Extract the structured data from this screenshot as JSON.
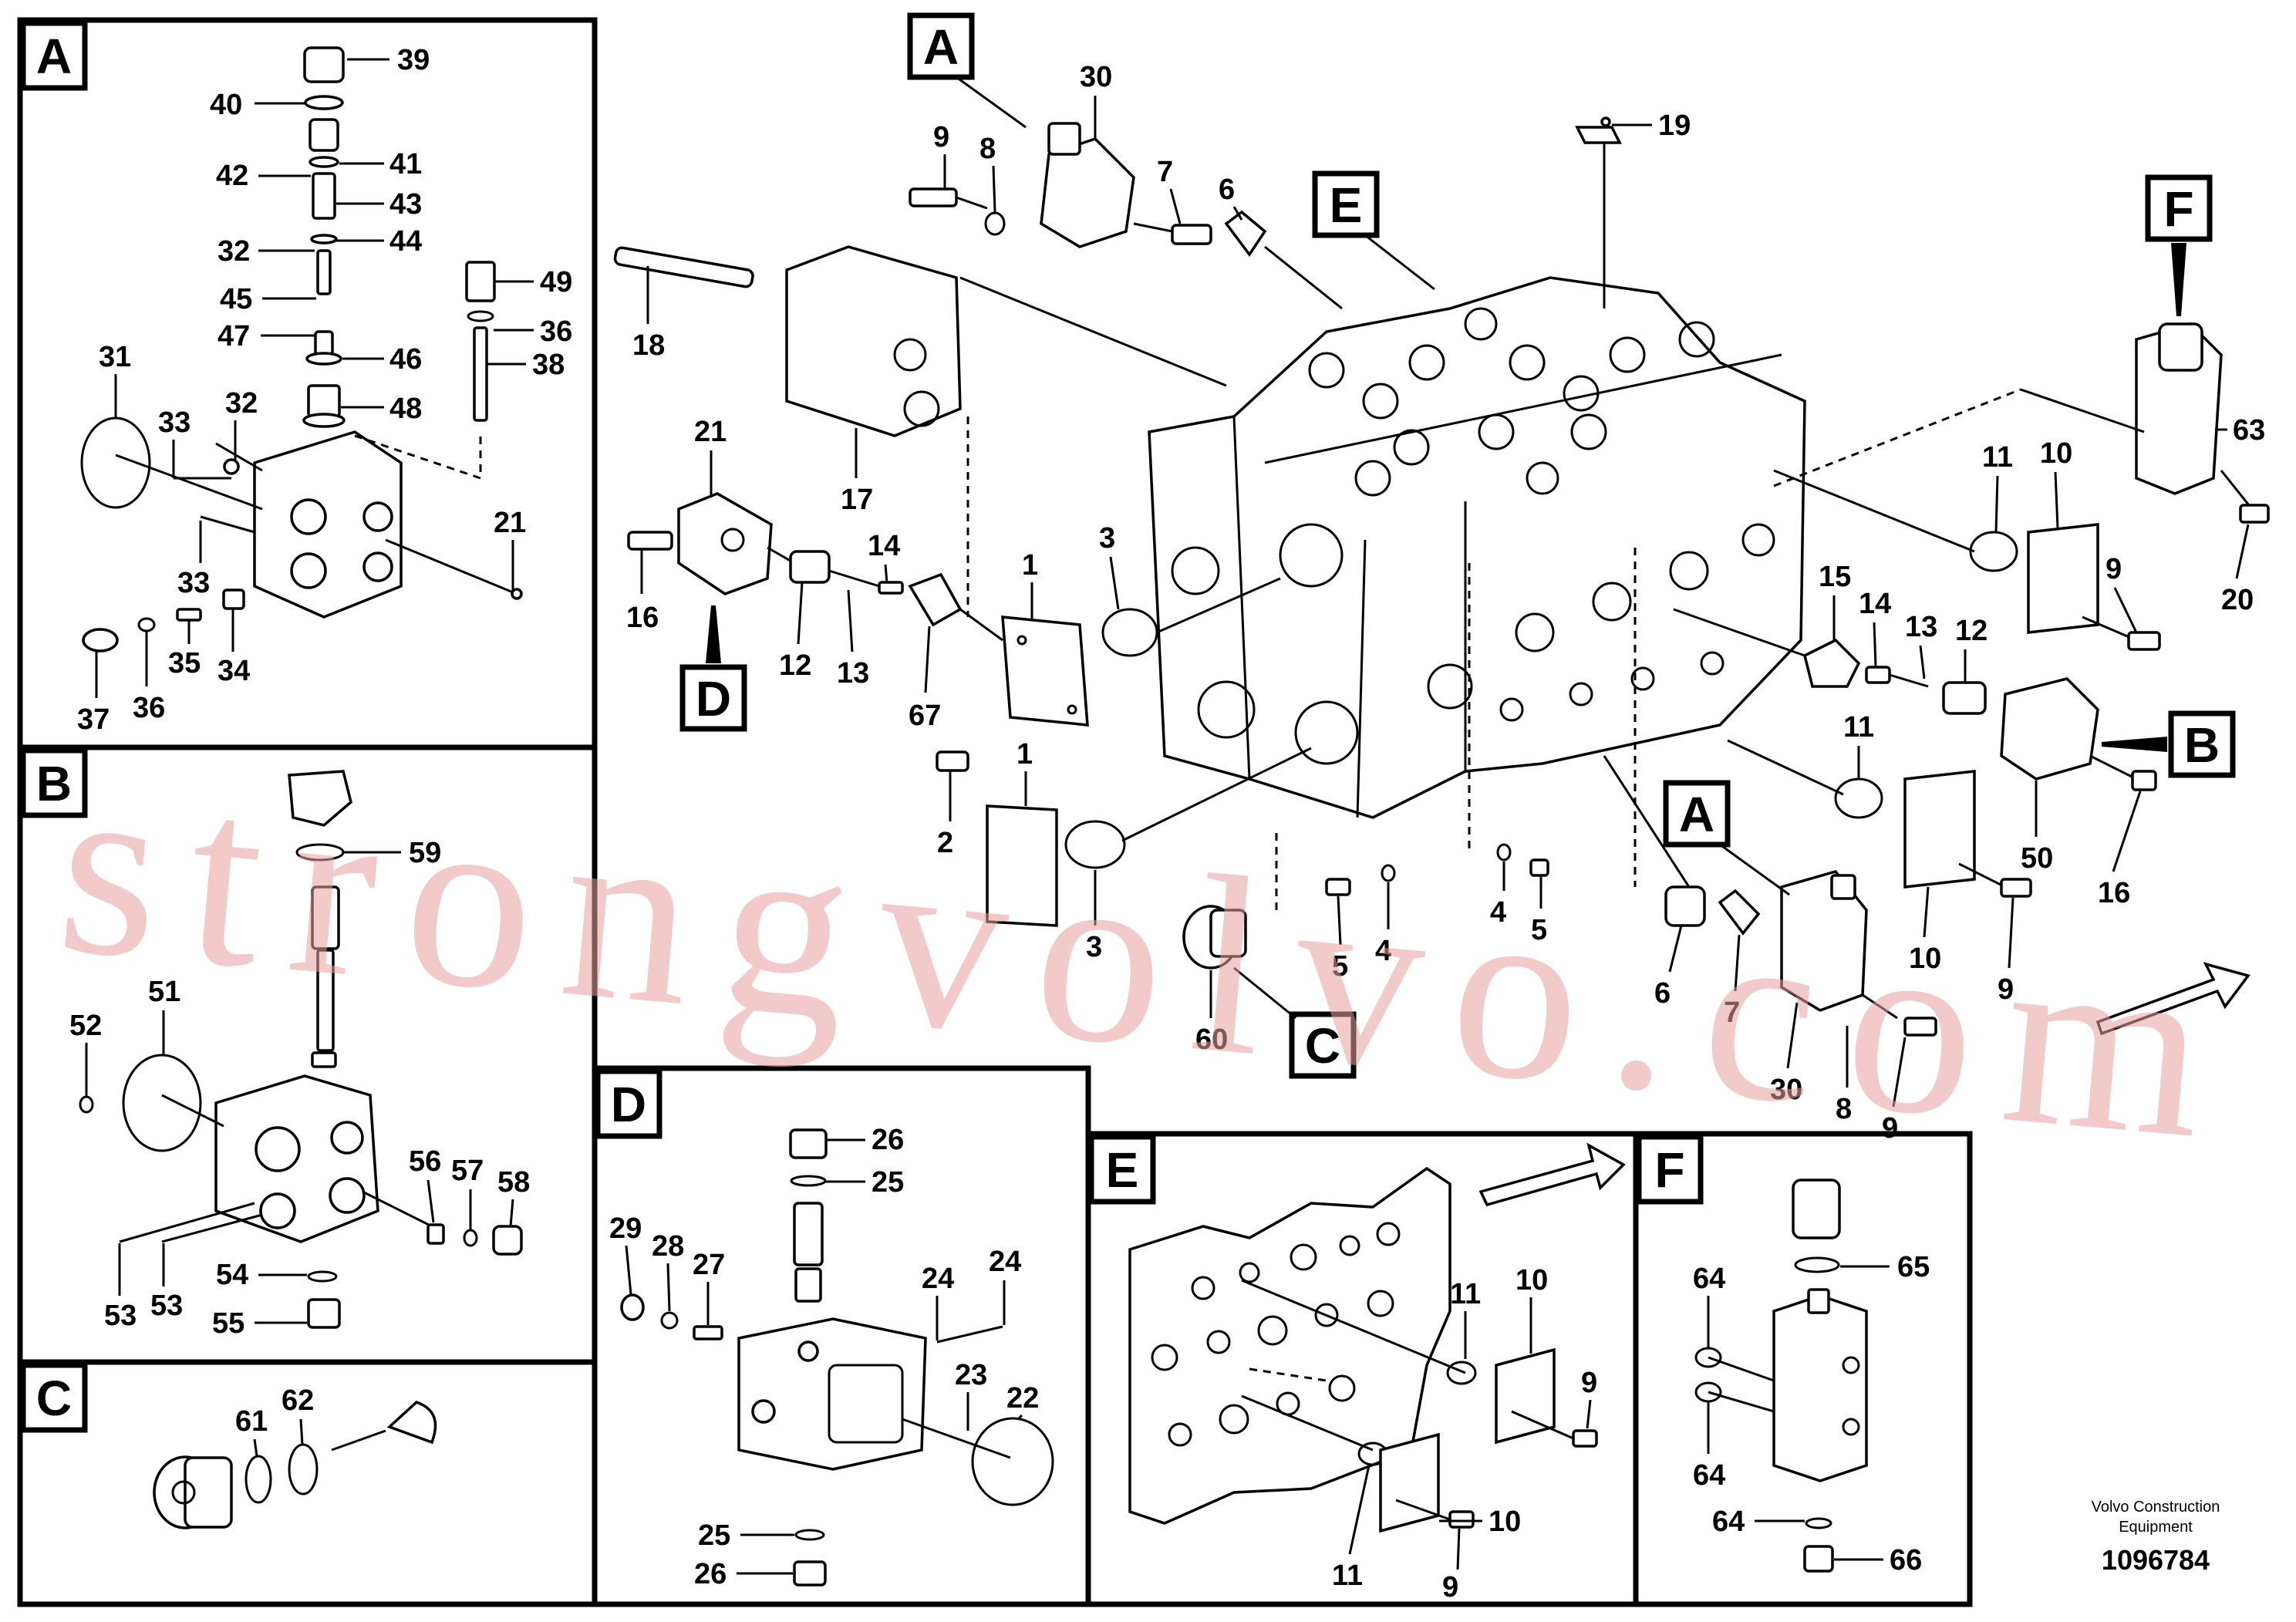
{
  "panels": {
    "A": "A",
    "B": "B",
    "C": "C",
    "D": "D",
    "E": "E",
    "F": "F"
  },
  "callout_letters": {
    "A_top": "A",
    "A_bottom": "A",
    "B": "B",
    "C": "C",
    "D": "D",
    "E": "E",
    "F": "F"
  },
  "labels": {
    "a39": "39",
    "a40": "40",
    "a41": "41",
    "a42": "42",
    "a43": "43",
    "a32a": "32",
    "a44": "44",
    "a45": "45",
    "a47": "47",
    "a46": "46",
    "a48": "48",
    "a49": "49",
    "a36a": "36",
    "a38": "38",
    "a31": "31",
    "a33a": "33",
    "a32b": "32",
    "a21": "21",
    "a33b": "33",
    "a37": "37",
    "a36b": "36",
    "a35": "35",
    "a34": "34",
    "b59": "59",
    "b51": "51",
    "b52": "52",
    "b56": "56",
    "b57": "57",
    "b58": "58",
    "b54": "54",
    "b53a": "53",
    "b53b": "53",
    "b55": "55",
    "c61": "61",
    "c62": "62",
    "d26a": "26",
    "d25a": "25",
    "d29": "29",
    "d28": "28",
    "d27": "27",
    "d24a": "24",
    "d24b": "24",
    "d23": "23",
    "d22": "22",
    "d25b": "25",
    "d26b": "26",
    "e11a": "11",
    "e10a": "10",
    "e9": "9",
    "e10b": "10",
    "e11b": "11",
    "e9b": "9",
    "f65": "65",
    "f64a": "64",
    "f64b": "64",
    "f64c": "64",
    "f66": "66",
    "m30": "30",
    "m9a": "9",
    "m8a": "8",
    "m7a": "7",
    "m6a": "6",
    "m19": "19",
    "m18": "18",
    "m17": "17",
    "m21": "21",
    "m16a": "16",
    "m12a": "12",
    "m13a": "13",
    "m14a": "14",
    "m67": "67",
    "m1a": "1",
    "m3a": "3",
    "m2": "2",
    "m1b": "1",
    "m3b": "3",
    "m60": "60",
    "m5a": "5",
    "m4a": "4",
    "m4b": "4",
    "m5b": "5",
    "m63": "63",
    "m11a": "11",
    "m10a": "10",
    "m9b": "9",
    "m20": "20",
    "m15": "15",
    "m14b": "14",
    "m13b": "13",
    "m12b": "12",
    "m11b": "11",
    "m50": "50",
    "m16b": "16",
    "m10b": "10",
    "m9c": "9",
    "m6b": "6",
    "m7b": "7",
    "m30b": "30",
    "m8b": "8",
    "m9d": "9"
  },
  "watermark": "strongvolvo.com",
  "credit_line1": "Volvo Construction",
  "credit_line2": "Equipment",
  "document_number": "1096784"
}
